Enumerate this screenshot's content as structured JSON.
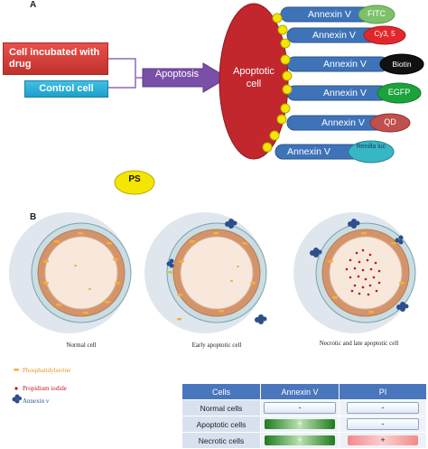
{
  "panel_a": {
    "label": "A",
    "drug_box": "Cell incubated with drug",
    "control_box": "Control cell",
    "apoptosis_label": "Apoptosis",
    "apoptotic_cell_label": "Apoptotic cell",
    "annexin_label": "Annexin V",
    "tags": [
      {
        "text": "FITC",
        "color": "#7dc16a",
        "text_color": "#ffffff"
      },
      {
        "text": "Cy3, 5",
        "color": "#e0282c",
        "text_color": "#ffffff"
      },
      {
        "text": "Biotin",
        "color": "#111111",
        "text_color": "#ffffff"
      },
      {
        "text": "EGFP",
        "color": "#1aa33a",
        "text_color": "#ffffff"
      },
      {
        "text": "QD",
        "color": "#c0504d",
        "text_color": "#ffffff"
      },
      {
        "text": "Renilla luc",
        "color": "#37b7c4",
        "text_color": "#1a3a6a"
      }
    ],
    "ps_label": "PS",
    "colors": {
      "cell": "#c1272d",
      "bar": "#3e73b8",
      "ps": "#f5e600",
      "apoptosis_arrow": "#7a4fa8"
    }
  },
  "panel_b": {
    "label": "B",
    "captions": [
      "Normal cell",
      "Early apoptotic cell",
      "Necrotic and late apoptotic cell"
    ],
    "legend": [
      {
        "text": "Phosphatidylserine",
        "color": "#e8952a",
        "icon": "ps-dash-icon"
      },
      {
        "text": "Propidium iodide",
        "color": "#c01818",
        "icon": "pi-dot-icon"
      },
      {
        "text": "Annexin v",
        "color": "#2c4f8c",
        "icon": "annexin-cluster-icon"
      }
    ],
    "table": {
      "headers": [
        "Cells",
        "Annexin V",
        "PI"
      ],
      "rows": [
        {
          "cells": "Normal cells",
          "annexin": "-",
          "pi": "-",
          "annexin_style": "white",
          "pi_style": "white"
        },
        {
          "cells": "Apoptotic cells",
          "annexin": "+",
          "pi": "-",
          "annexin_style": "green",
          "pi_style": "white"
        },
        {
          "cells": "Necrotic cells",
          "annexin": "+",
          "pi": "+",
          "annexin_style": "green",
          "pi_style": "red"
        }
      ]
    }
  }
}
